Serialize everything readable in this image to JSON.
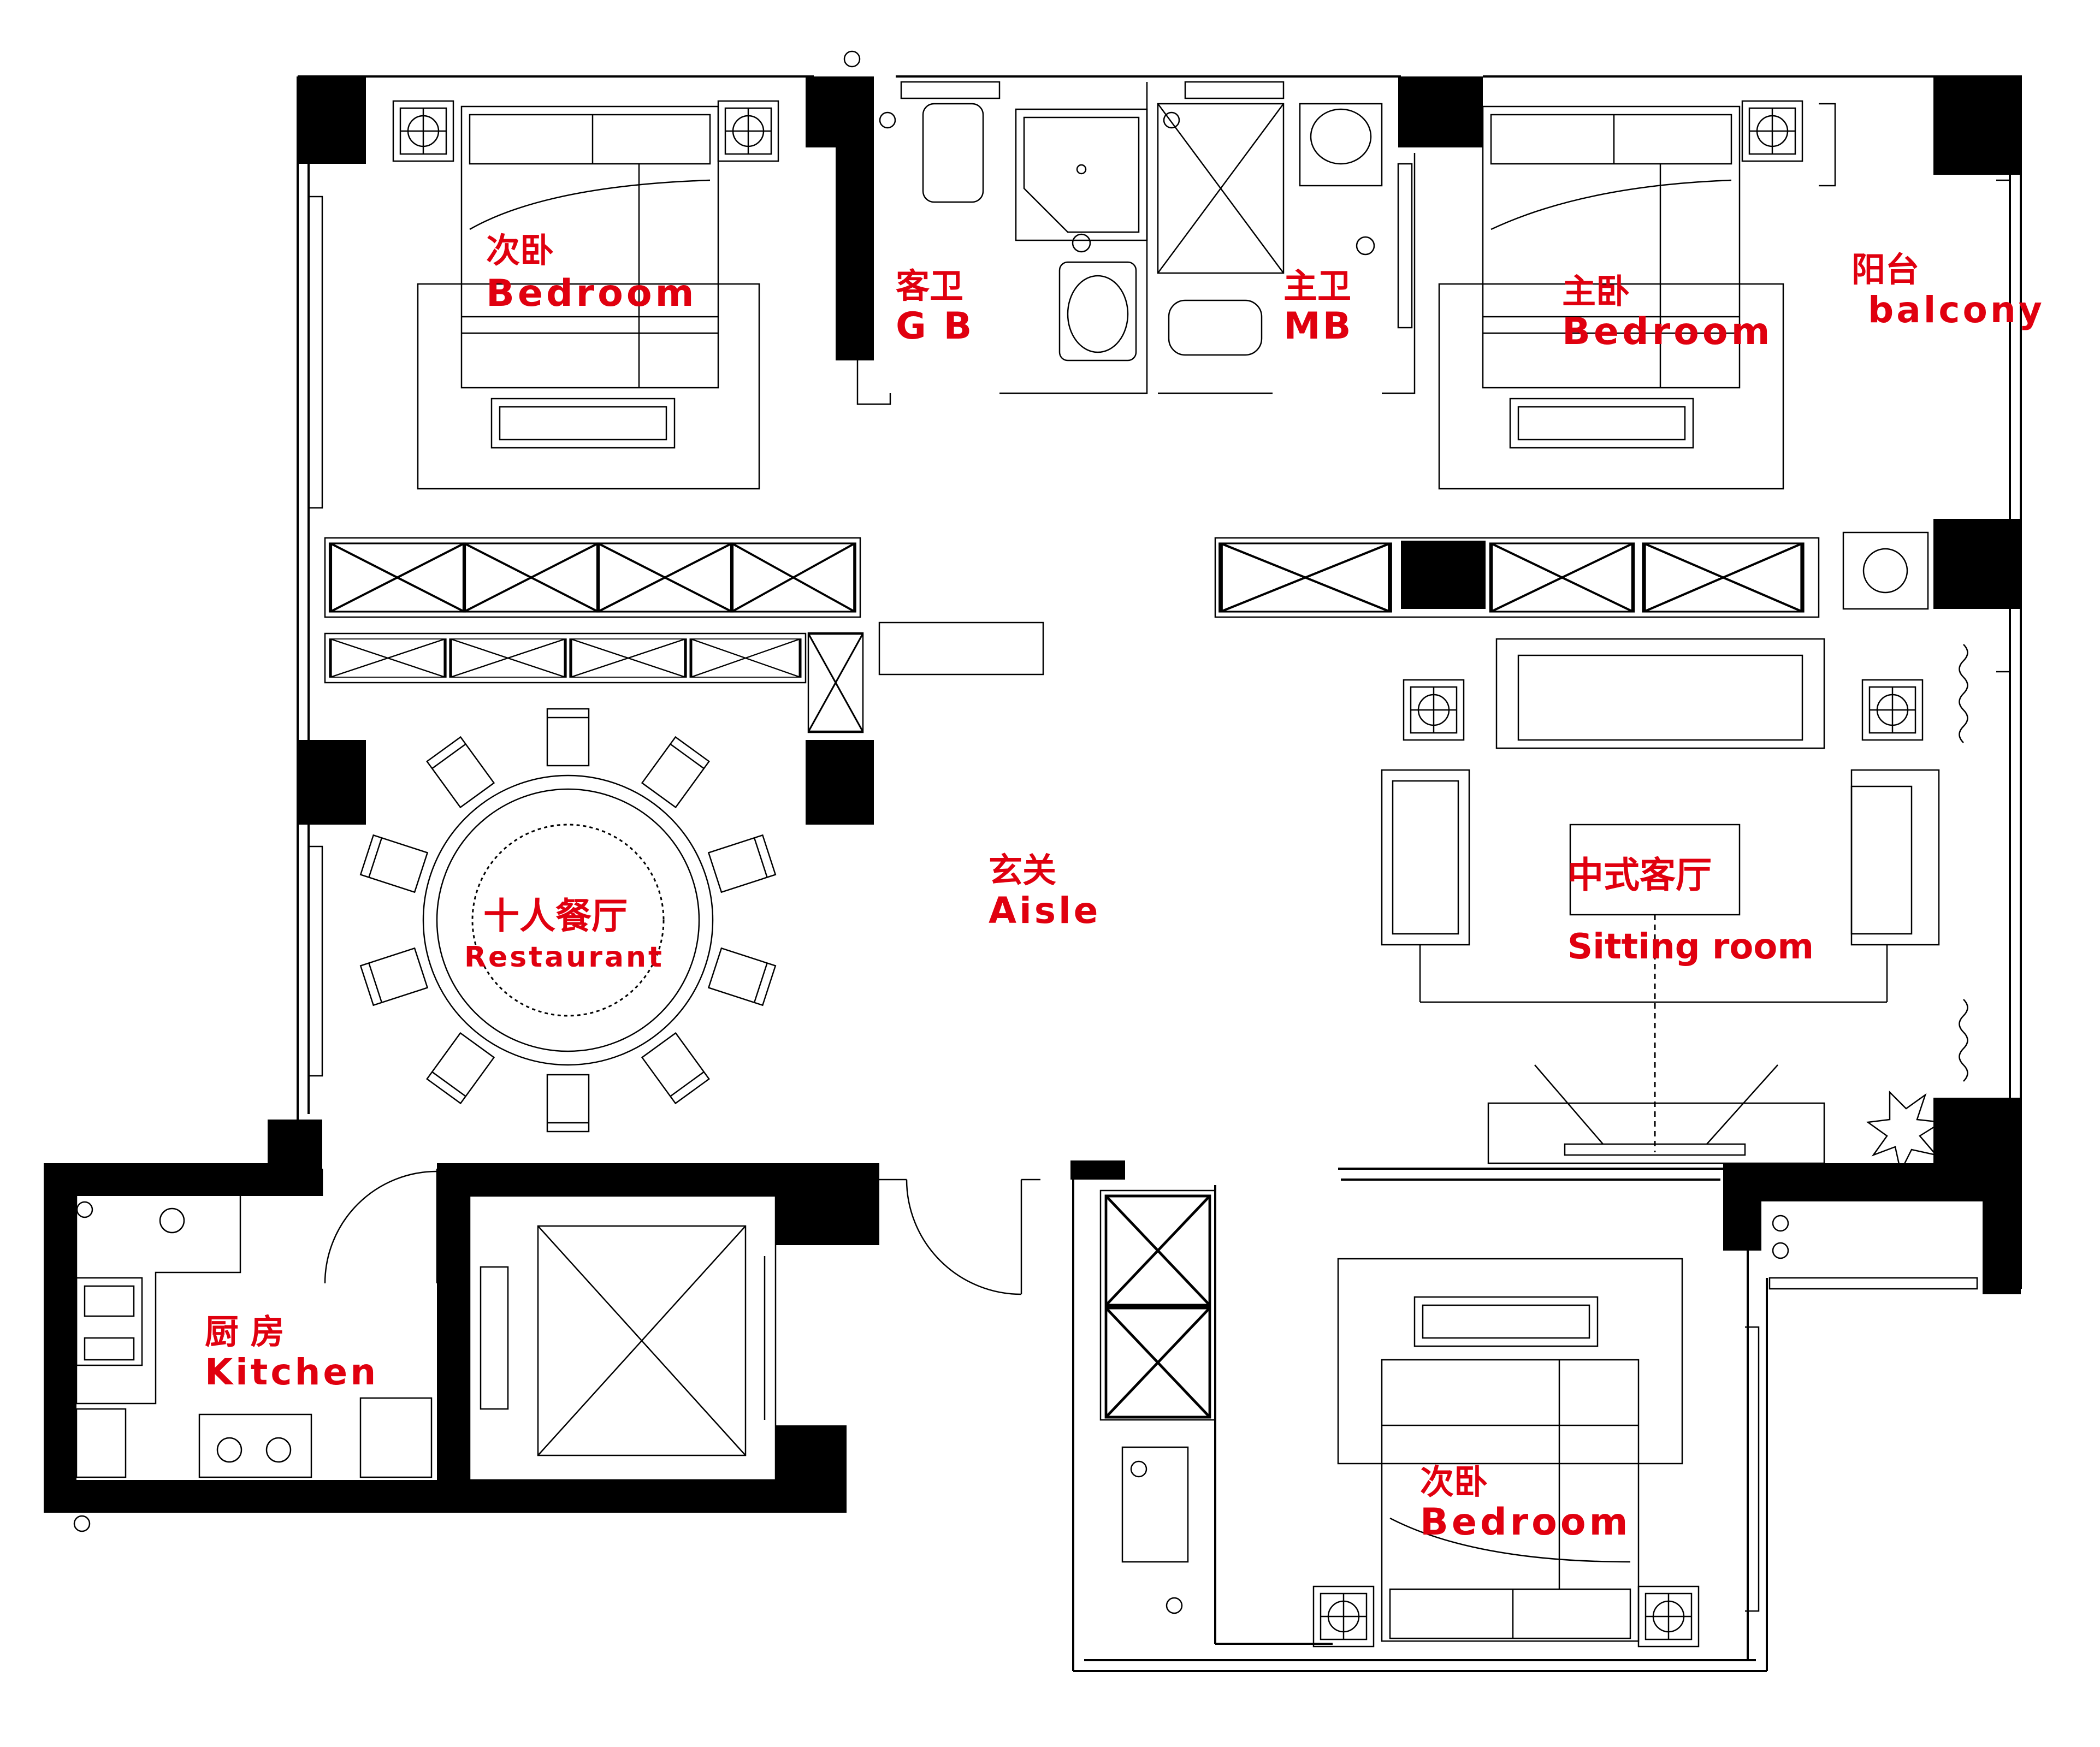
{
  "rooms": {
    "bedroom_nw": {
      "zh": "次卧",
      "en": "Bedroom"
    },
    "guest_bath": {
      "zh": "客卫",
      "en": "G B"
    },
    "master_bath": {
      "zh": "主卫",
      "en": "MB"
    },
    "master_bedroom": {
      "zh": "主卧",
      "en": "Bedroom"
    },
    "balcony": {
      "zh": "阳台",
      "en": "balcony"
    },
    "restaurant": {
      "zh": "十人餐厅",
      "en": "Restaurant"
    },
    "aisle": {
      "zh": "玄关",
      "en": "Aisle"
    },
    "sitting_room": {
      "zh": "中式客厅",
      "en": "Sitting room"
    },
    "kitchen": {
      "zh": "厨 房",
      "en": "Kitchen"
    },
    "bedroom_se": {
      "zh": "次卧",
      "en": "Bedroom"
    }
  },
  "colors": {
    "label": "#e0000f",
    "wall": "#000000",
    "background": "#ffffff"
  }
}
